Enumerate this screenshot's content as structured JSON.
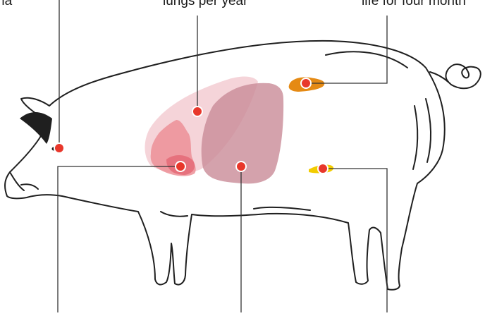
{
  "captions": {
    "top_left": "na",
    "top_center": "lungs per year",
    "top_right": "life for four month"
  },
  "colors": {
    "outline": "#1f1f1f",
    "marker": "#e8372b",
    "marker_stroke": "#ffffff",
    "lung_back": "#f2c9cf",
    "lung_front": "#c98b97",
    "heart": "#ec8f96",
    "liver_shape": "#e58a14",
    "kidney_shape": "#f2cc00",
    "ear": "#1f1f1f",
    "leader": "#333333"
  },
  "icons": {
    "marker": "organ-location-dot-icon",
    "ear": "pig-ear-icon"
  }
}
